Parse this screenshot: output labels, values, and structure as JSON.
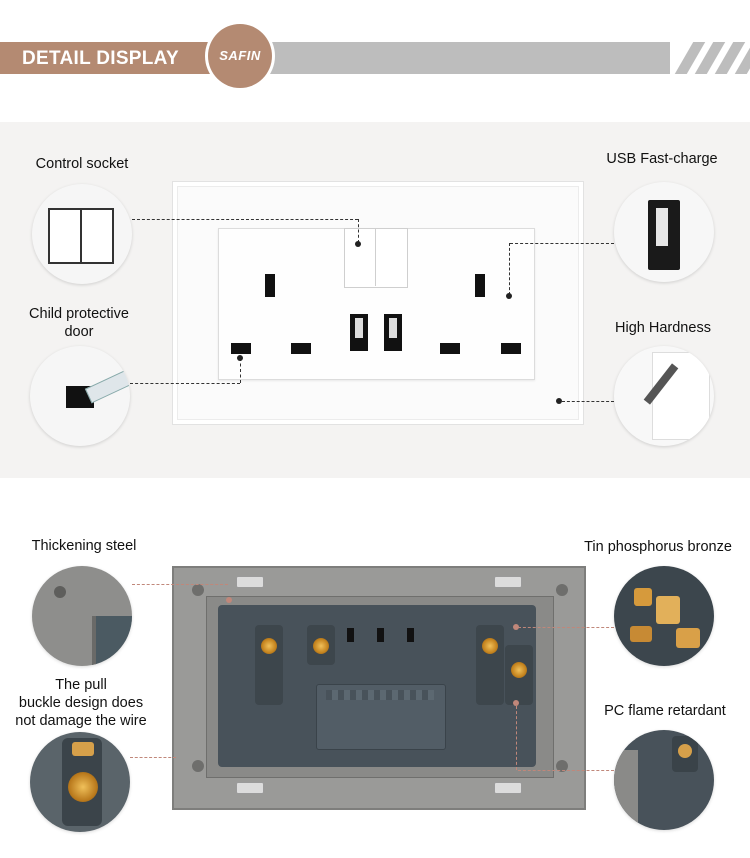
{
  "header": {
    "title": "DETAIL DISPLAY",
    "brand": "SAFIN"
  },
  "front": {
    "labels": {
      "control_socket": "Control socket",
      "usb_fast_charge": "USB Fast-charge",
      "child_protective_door_line1": "Child protective",
      "child_protective_door_line2": "door",
      "high_hardness": "High Hardness"
    }
  },
  "back": {
    "labels": {
      "thickening_steel": "Thickening steel",
      "tin_phosphorus_bronze": "Tin phosphorus bronze",
      "pull_buckle_line1": "The pull",
      "pull_buckle_line2": "buckle design does",
      "pull_buckle_line3": "not damage the wire",
      "pc_flame_retardant": "PC flame retardant"
    }
  },
  "colors": {
    "accent": "#b48a72",
    "banner_grey": "#bdbdbd",
    "panel_bg": "#f4f3f2",
    "socket_body": "#48525a"
  }
}
